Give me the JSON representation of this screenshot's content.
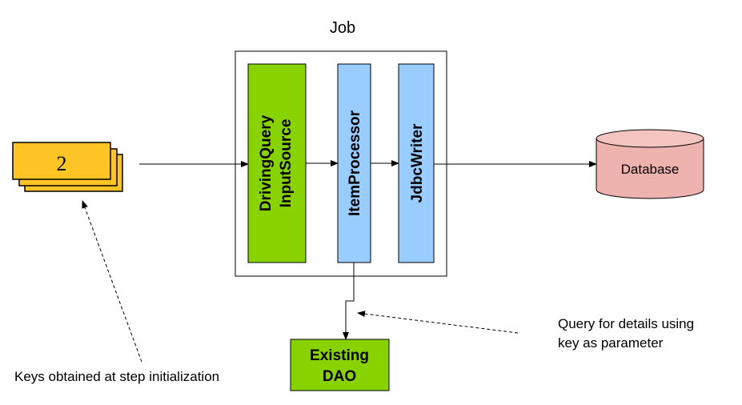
{
  "job": {
    "title": "Job"
  },
  "keys_stack": {
    "label": "2",
    "fill": "#FFC425"
  },
  "components": {
    "reader": {
      "line1": "DrivingQuery",
      "line2": "InputSource",
      "fill": "#88D200"
    },
    "processor": {
      "label": "ItemProcessor",
      "fill": "#99CCFF"
    },
    "writer": {
      "label": "JdbcWriter",
      "fill": "#99CCFF"
    }
  },
  "database": {
    "label": "Database",
    "fill": "#EFB3AF",
    "top_fill": "#F3C4C0"
  },
  "dao": {
    "line1": "Existing",
    "line2": "DAO",
    "fill": "#88D200"
  },
  "annotations": {
    "keys_note": "Keys obtained at step initialization",
    "query_note_line1": "Query for details using",
    "query_note_line2": "key as parameter"
  }
}
